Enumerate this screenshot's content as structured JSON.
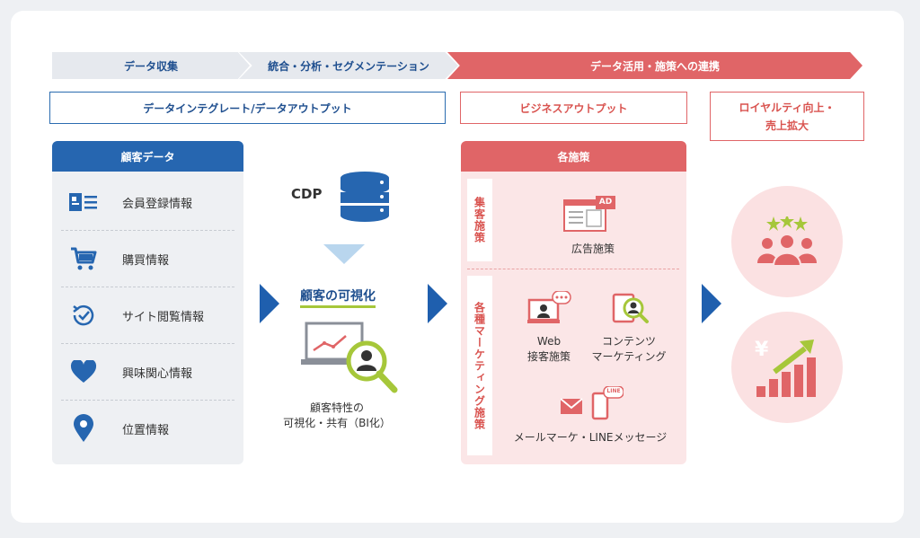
{
  "stages": [
    {
      "label": "データ収集"
    },
    {
      "label": "統合・分析・セグメンテーション"
    },
    {
      "label": "データ活用・施策への連携"
    }
  ],
  "headers": {
    "integrate": "データインテグレート/データアウトプット",
    "business": "ビジネスアウトプット",
    "loyalty_line1": "ロイヤルティ向上・",
    "loyalty_line2": "売上拡大"
  },
  "customer_data": {
    "title": "顧客データ",
    "items": [
      {
        "label": "会員登録情報",
        "icon": "id-card-icon"
      },
      {
        "label": "購買情報",
        "icon": "shopping-cart-icon"
      },
      {
        "label": "サイト閲覧情報",
        "icon": "history-clock-icon"
      },
      {
        "label": "興味関心情報",
        "icon": "heart-icon"
      },
      {
        "label": "位置情報",
        "icon": "location-pin-icon"
      }
    ]
  },
  "cdp": {
    "label": "CDP",
    "visualize_title": "顧客の可視化",
    "visualize_desc_line1": "顧客特性の",
    "visualize_desc_line2": "可視化・共有（BI化）"
  },
  "measures": {
    "title": "各施策",
    "attract_label": "集客施策",
    "ad_badge": "AD",
    "ad_label": "広告施策",
    "marketing_label": "各種マーケティング施策",
    "web_line1": "Web",
    "web_line2": "接客施策",
    "content_line1": "コンテンツ",
    "content_line2": "マーケティング",
    "line_badge": "LINE",
    "mail_line_label": "メールマーケ・LINEメッセージ"
  },
  "colors": {
    "blue": "#2666b0",
    "red": "#e06567",
    "green": "#a6c73a"
  }
}
